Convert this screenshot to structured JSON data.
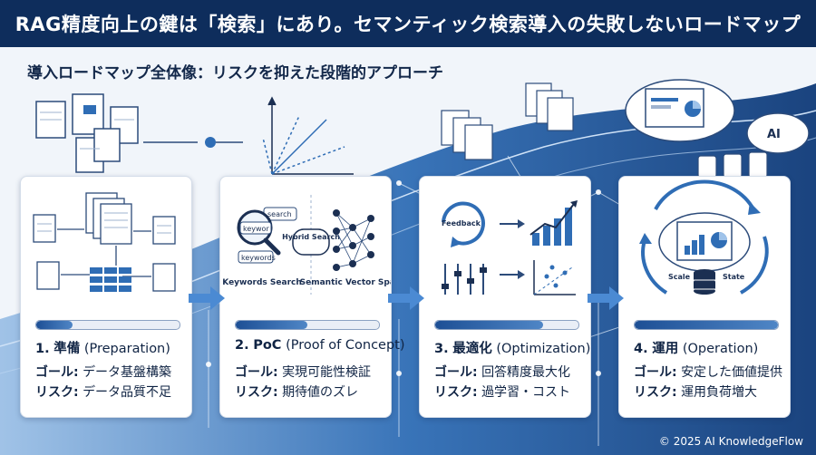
{
  "header": {
    "title": "RAG精度向上の鍵は「検索」にあり。セマンティック検索導入の失敗しないロードマップ"
  },
  "subtitle": "導入ロードマップ全体像：リスクを抑えた段階的アプローチ",
  "colors": {
    "header_bg": "#0e2d5c",
    "accent": "#2f6db5",
    "card_bg": "#ffffff",
    "text": "#102444"
  },
  "stages": [
    {
      "number": "1.",
      "name": "準備",
      "english": "(Preparation)",
      "goal_label": "ゴール:",
      "goal": "データ基盤構築",
      "risk_label": "リスク:",
      "risk": "データ品質不足",
      "progress": 0.25
    },
    {
      "number": "2.",
      "name": "PoC",
      "english": "(Proof of Concept)",
      "goal_label": "ゴール:",
      "goal": "実現可能性検証",
      "risk_label": "リスク:",
      "risk": "期待値のズレ",
      "progress": 0.5,
      "illustration": {
        "keyword_1": "search",
        "keyword_2": "keywor",
        "keyword_3": "keywords",
        "hybrid": "Hybrid Search",
        "left_label": "Keywords Search",
        "right_label": "Semantic Vector Space"
      }
    },
    {
      "number": "3.",
      "name": "最適化",
      "english": "(Optimization)",
      "goal_label": "ゴール:",
      "goal": "回答精度最大化",
      "risk_label": "リスク:",
      "risk": "過学習・コスト",
      "progress": 0.75,
      "illustration": {
        "feedback": "Feedback"
      }
    },
    {
      "number": "4.",
      "name": "運用",
      "english": "(Operation)",
      "goal_label": "ゴール:",
      "goal": "安定した価値提供",
      "risk_label": "リスク:",
      "risk": "運用負荷増大",
      "progress": 1.0,
      "illustration": {
        "scale": "Scale",
        "state": "State"
      }
    }
  ],
  "top_illustration": {
    "ai_label": "AI"
  },
  "footer": "© 2025 AI KnowledgeFlow"
}
